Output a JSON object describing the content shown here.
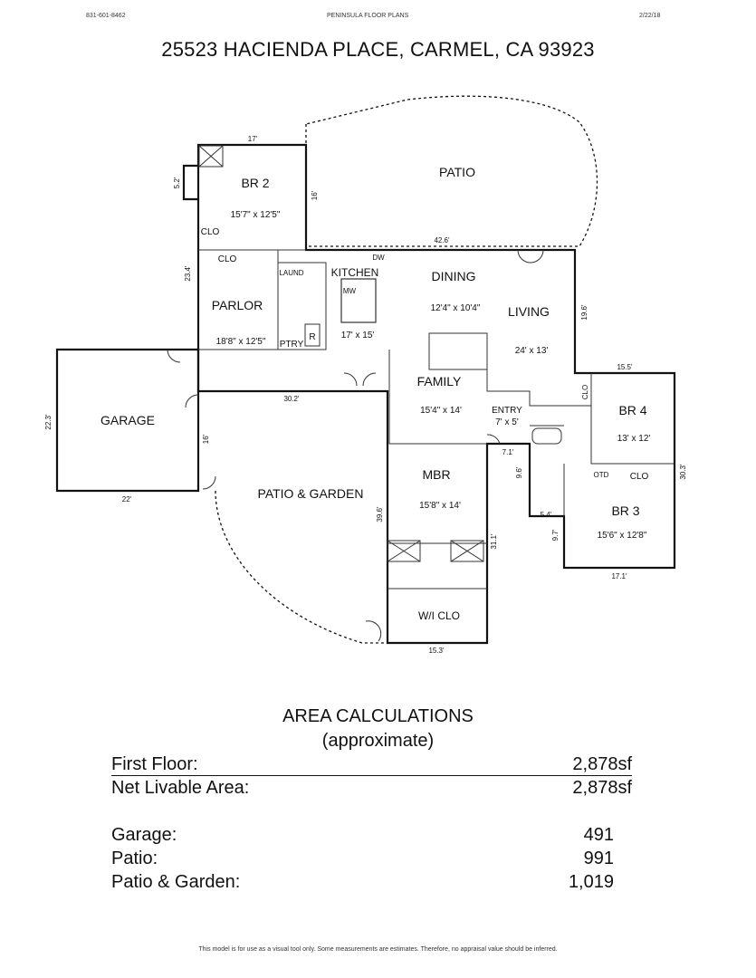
{
  "header": {
    "phone": "831-601-8462",
    "company": "PENINSULA FLOOR PLANS",
    "date": "2/22/18"
  },
  "title": "25523 HACIENDA PLACE, CARMEL, CA  93923",
  "plan": {
    "rooms": {
      "patio": "PATIO",
      "br2": "BR 2",
      "br2_dim": "15'7\" x 12'5\"",
      "clo_br2": "CLO",
      "clo_parlor": "CLO",
      "laund": "LAUND",
      "kitchen": "KITCHEN",
      "kitchen_dim": "17' x 15'",
      "mw": "MW",
      "ptry": "PTRY",
      "r": "R",
      "dw": "DW",
      "parlor": "PARLOR",
      "parlor_dim": "18'8\" x 12'5\"",
      "dining": "DINING",
      "dining_dim": "12'4\" x 10'4\"",
      "living": "LIVING",
      "living_dim": "24' x 13'",
      "family": "FAMILY",
      "family_dim": "15'4\" x 14'",
      "entry": "ENTRY",
      "entry_dim": "7' x 5'",
      "garage": "GARAGE",
      "patio_garden": "PATIO & GARDEN",
      "mbr": "MBR",
      "mbr_dim": "15'8\" x 14'",
      "wi_clo": "W/I CLO",
      "br4": "BR 4",
      "br4_dim": "13' x 12'",
      "clo_br4_side": "CLO",
      "clo_br4": "CLO",
      "otd": "OTD",
      "br3": "BR 3",
      "br3_dim": "15'6\" x 12'8\""
    },
    "dims": {
      "d17": "17'",
      "d5_2": "5.2'",
      "d16_br2": "16'",
      "d42_6": "42.6'",
      "d23_4": "23.4'",
      "d19_6": "19.6'",
      "d15_5": "15.5'",
      "d30_2": "30.2'",
      "d22_3": "22.3'",
      "d16_garage": "16'",
      "d22": "22'",
      "d39_6": "39.6'",
      "d7_1": "7.1'",
      "d9_6": "9.6'",
      "d5_4": "5.4'",
      "d9_7": "9.7'",
      "d31_1": "31.1'",
      "d30_3": "30.3'",
      "d17_1": "17.1'",
      "d15_3": "15.3'"
    }
  },
  "area": {
    "title": "AREA CALCULATIONS",
    "subtitle": "(approximate)",
    "first_floor_label": "First  Floor:",
    "first_floor_value": "2,878sf",
    "net_label": "Net Livable Area:",
    "net_value": "2,878sf",
    "garage_label": "Garage:",
    "garage_value": "491",
    "patio_label": "Patio:",
    "patio_value": "991",
    "pg_label": "Patio & Garden:",
    "pg_value": "1,019"
  },
  "footer": "This model is for use as a visual tool only.  Some measurements are estimates.  Therefore, no appraisal value should be inferred."
}
